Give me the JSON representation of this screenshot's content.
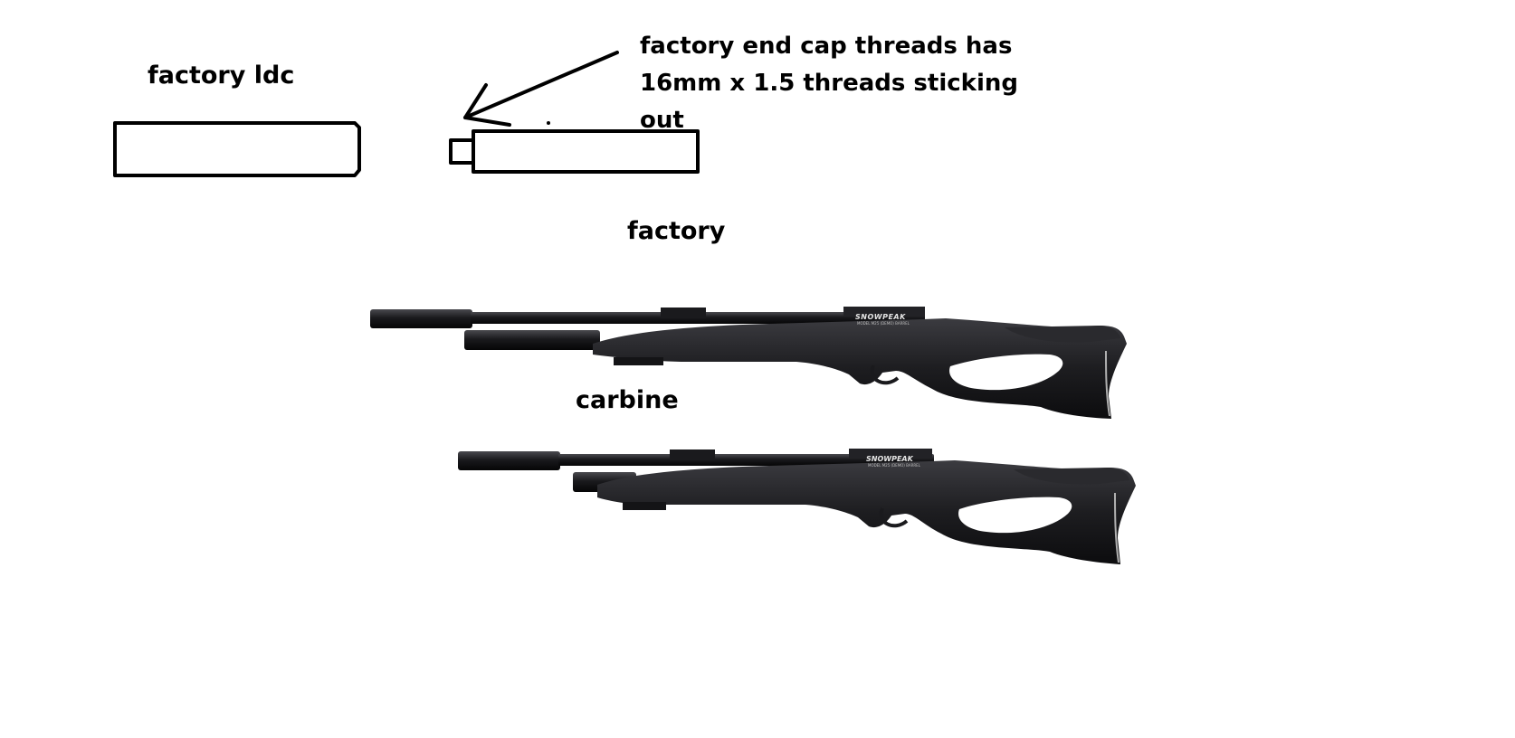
{
  "labels": {
    "factory_ldc": "factory ldc",
    "note": "factory end cap threads has 16mm x 1.5 threads sticking out",
    "factory": "factory",
    "carbine": "carbine"
  },
  "rifle_brand": {
    "name": "SNOWPEAK",
    "model": "MODEL M25 (DEMO) BARREL"
  },
  "colors": {
    "ink": "#000000",
    "rifle_body": "#1d1d20",
    "rifle_dark": "#0e0e10",
    "rifle_highlight": "#3a3a3e",
    "stripe": "#b0b0b0",
    "background": "#ffffff"
  }
}
